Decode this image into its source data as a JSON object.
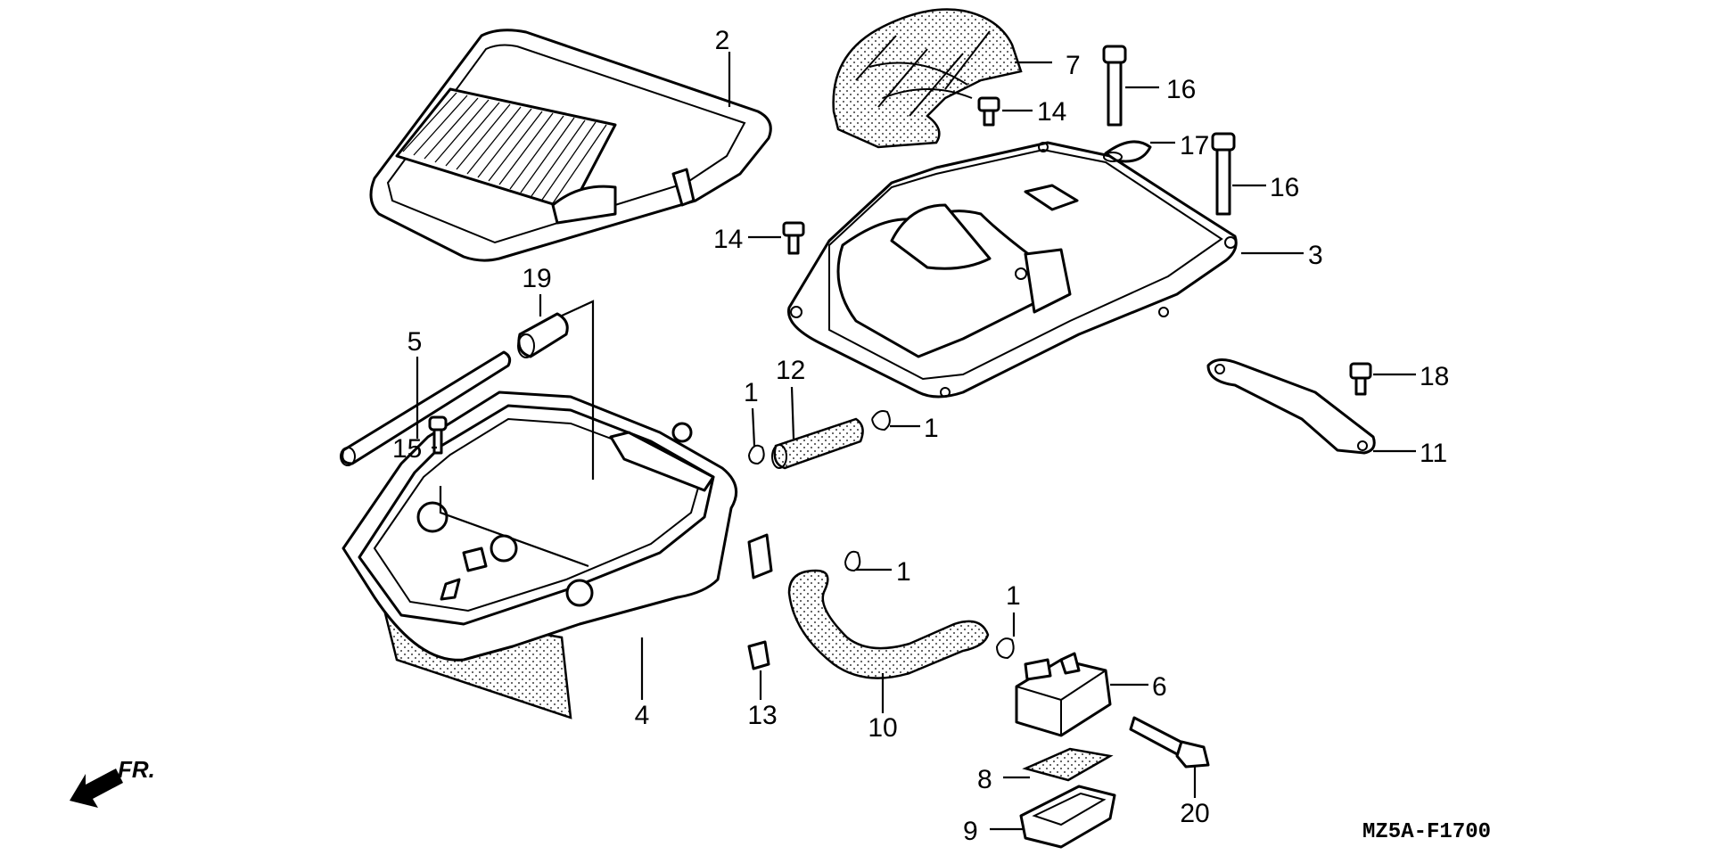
{
  "diagram": {
    "code": "MZ5A-F1700",
    "direction_label": "FR.",
    "callouts": {
      "c1a": "1",
      "c1b": "1",
      "c1c": "1",
      "c1d": "1",
      "c2": "2",
      "c3": "3",
      "c4": "4",
      "c5": "5",
      "c6": "6",
      "c7": "7",
      "c8": "8",
      "c9": "9",
      "c10": "10",
      "c11": "11",
      "c12": "12",
      "c13": "13",
      "c14a": "14",
      "c14b": "14",
      "c15": "15",
      "c16a": "16",
      "c16b": "16",
      "c17": "17",
      "c18": "18",
      "c19": "19",
      "c20": "20"
    }
  }
}
